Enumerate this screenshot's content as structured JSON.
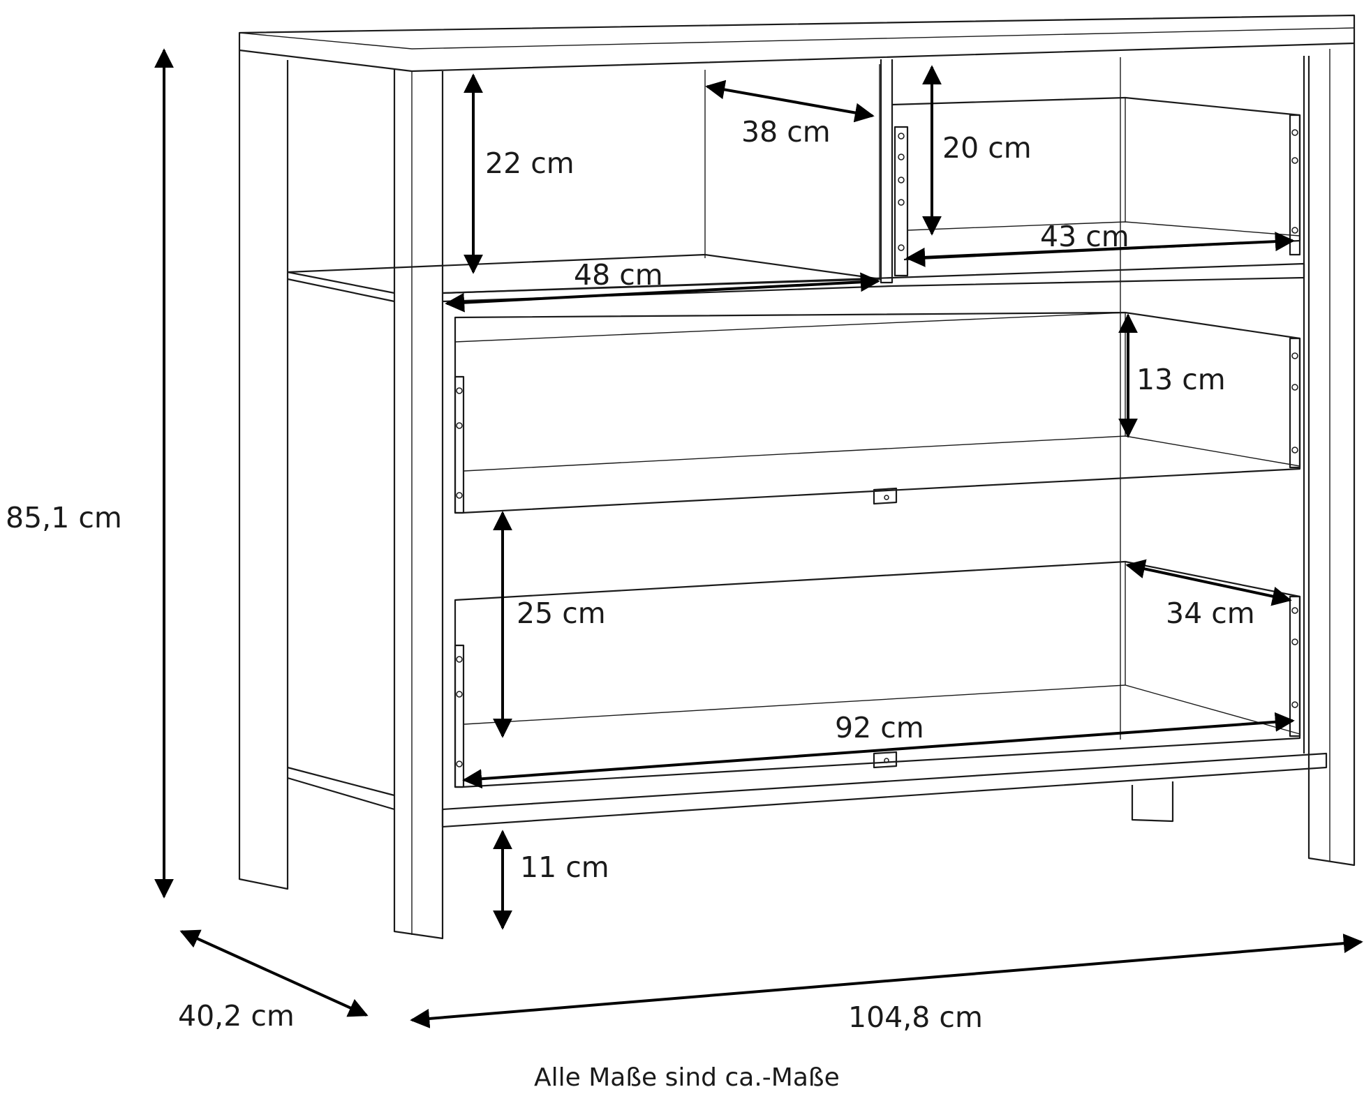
{
  "dimensions": {
    "height_total": "85,1 cm",
    "depth_total": "40,2 cm",
    "width_total": "104,8 cm",
    "open_shelf_height": "22 cm",
    "open_shelf_width": "48 cm",
    "top_drawer_depth": "38 cm",
    "top_drawer_height": "20 cm",
    "top_drawer_width": "43 cm",
    "middle_drawer_height": "13 cm",
    "bottom_drawer_height": "25 cm",
    "bottom_drawer_depth": "34 cm",
    "bottom_drawer_width": "92 cm",
    "floor_clearance": "11 cm"
  },
  "footnote": "Alle Maße sind ca.-Maße"
}
